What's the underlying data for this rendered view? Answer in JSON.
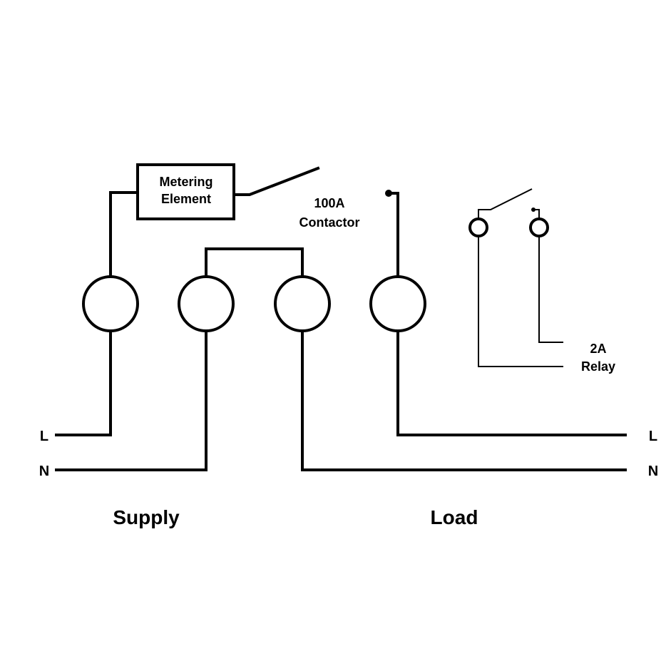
{
  "diagram": {
    "metering_element": {
      "line1": "Metering",
      "line2": "Element"
    },
    "contactor": {
      "line1": "100A",
      "line2": "Contactor"
    },
    "relay": {
      "line1": "2A",
      "line2": "Relay"
    },
    "supply": {
      "title": "Supply",
      "live": "L",
      "neutral": "N"
    },
    "load": {
      "title": "Load",
      "live": "L",
      "neutral": "N"
    },
    "stroke_color": "#000000",
    "background_color": "#ffffff"
  }
}
